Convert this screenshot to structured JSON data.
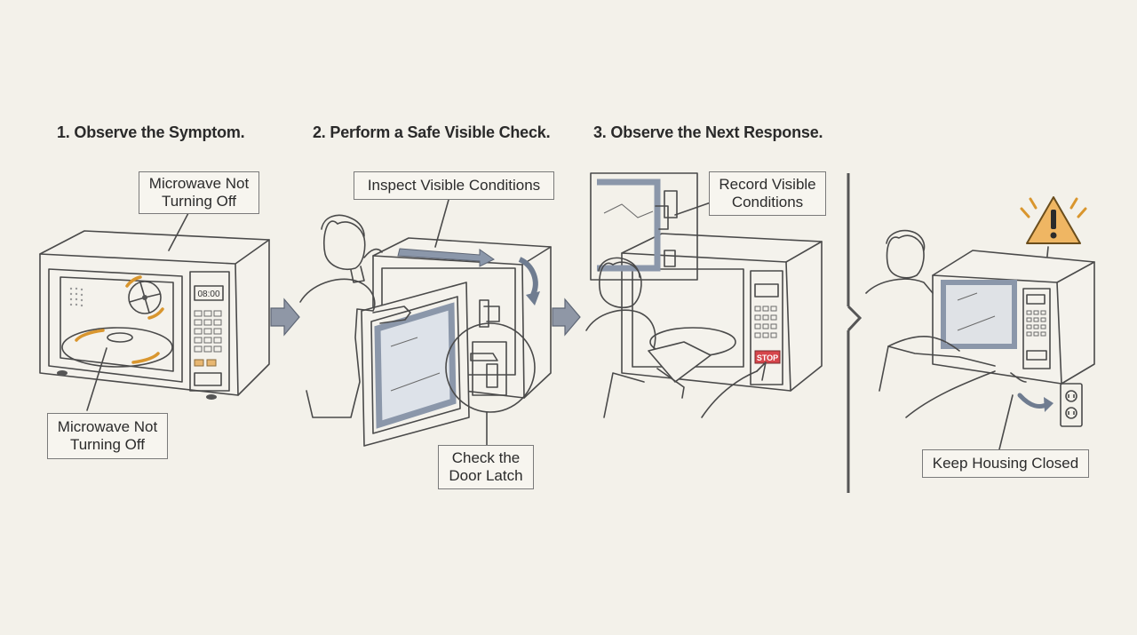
{
  "steps": [
    {
      "title": "1. Observe the Symptom."
    },
    {
      "title": "2. Perform a Safe Visible Check."
    },
    {
      "title": "3. Observe the Next Response."
    }
  ],
  "labels": {
    "panel1_top": "Microwave Not Turning Off",
    "panel1_bottom": "Microwave Not Turning Off",
    "panel2_top": "Inspect Visible Conditions",
    "panel2_bottom": "Check the Door Latch",
    "panel3_top": "Record Visible Conditions",
    "panel4_bottom": "Keep Housing Closed"
  },
  "display": {
    "clock": "08:00",
    "stop_button": "STOP"
  },
  "icons": {
    "fan": "fan-icon",
    "rotation": "rotation-arrows-icon",
    "warning": "warning-triangle-icon",
    "outlet": "wall-outlet-icon",
    "flow_arrow": "right-arrow-icon"
  },
  "colors": {
    "accent": "#d9962e",
    "stop": "#d6454b",
    "frame": "#8b97aa",
    "background": "#f3f1ea"
  }
}
